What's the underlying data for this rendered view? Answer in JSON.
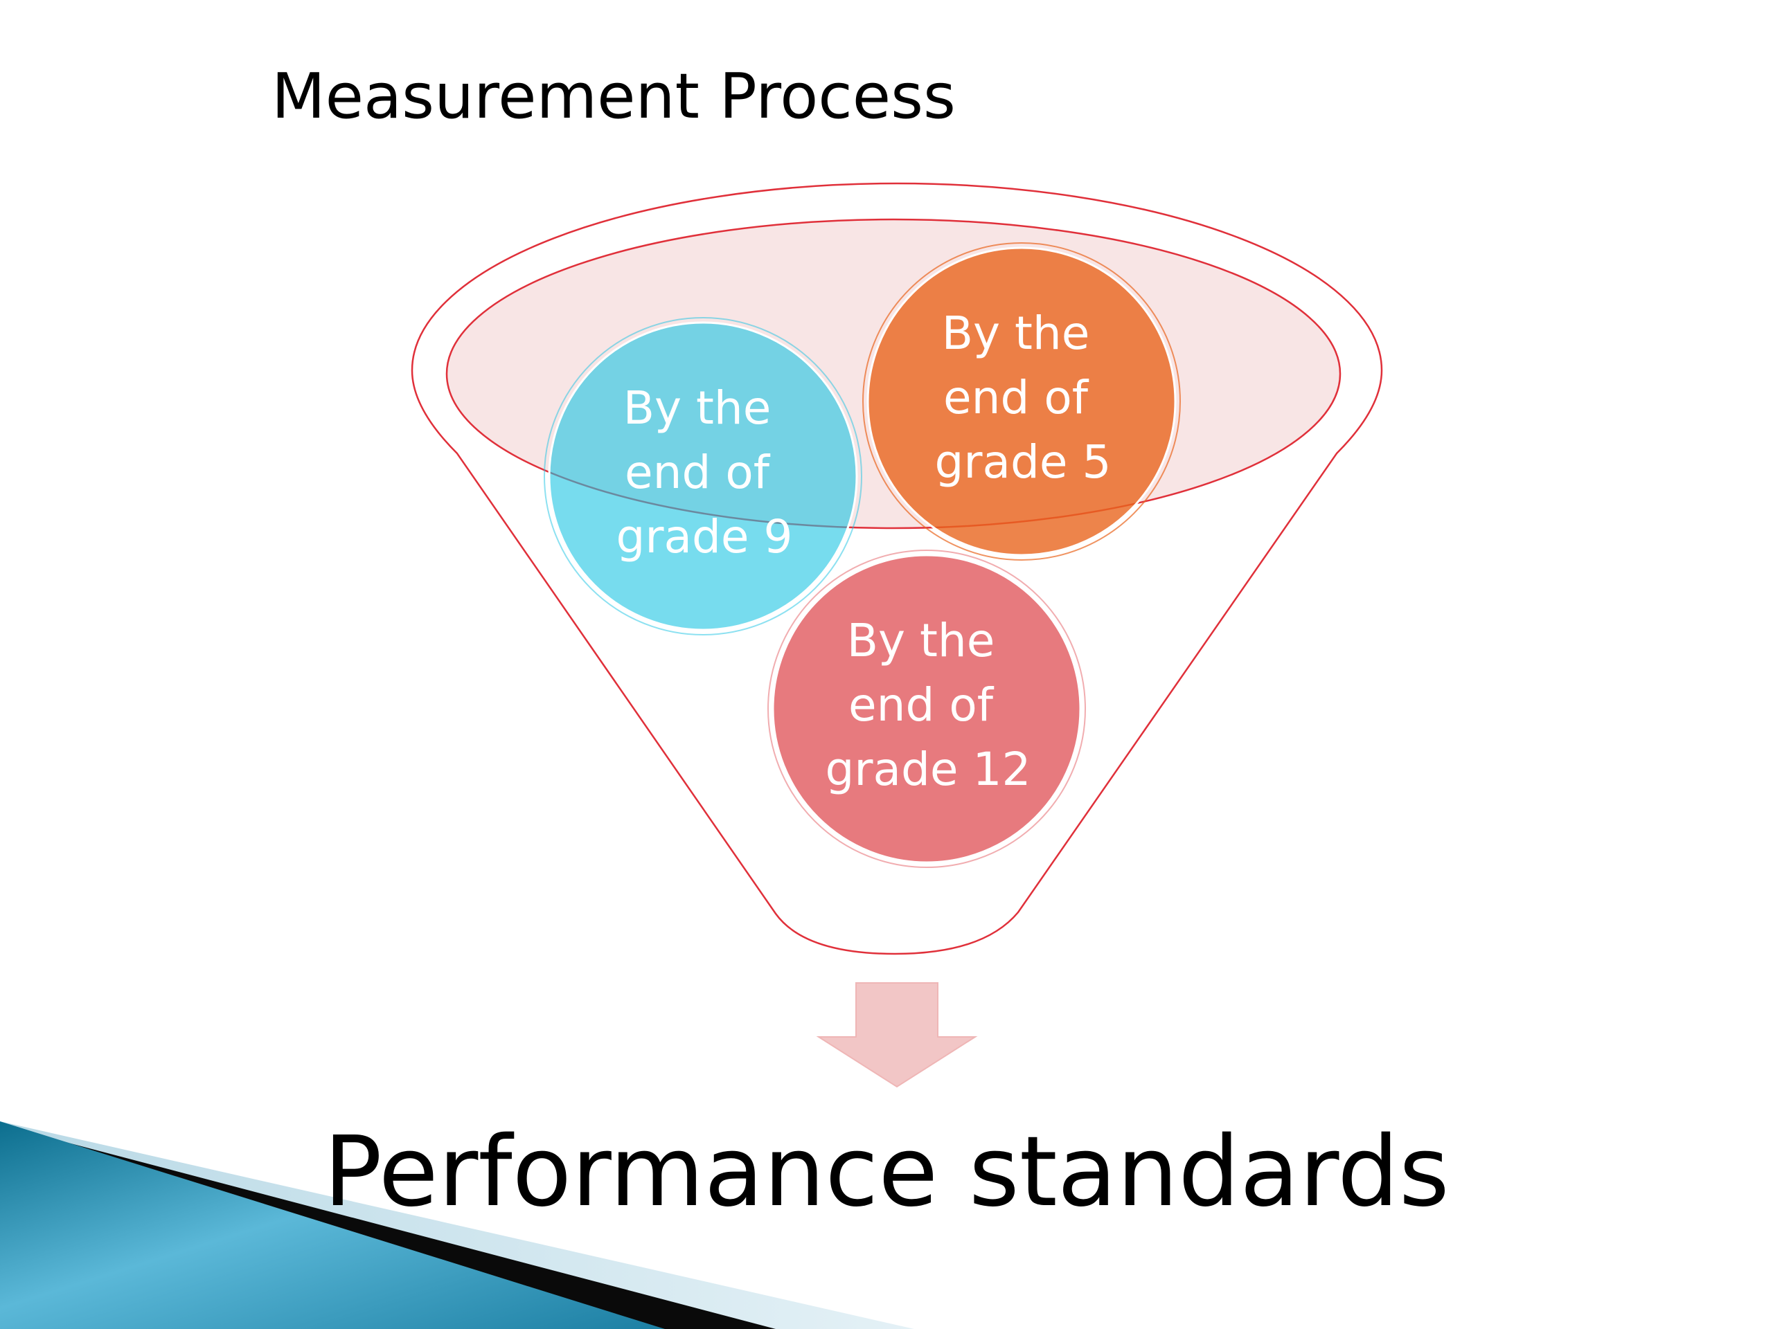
{
  "slide": {
    "title": "Measurement Process",
    "result_label": "Performance standards"
  },
  "funnel_items": [
    {
      "id": "grade-5",
      "lines": [
        "By the",
        "end of",
        "grade 5"
      ],
      "color": "#E9651E"
    },
    {
      "id": "grade-9",
      "lines": [
        "By the",
        "end of",
        "grade 9"
      ],
      "color": "#1CC4E3"
    },
    {
      "id": "grade-12",
      "lines": [
        "By the",
        "end of",
        "grade 12"
      ],
      "color": "#E7777B"
    }
  ],
  "colors": {
    "funnel_outline": "#E0303A",
    "funnel_rim_fill": "#F4D3D3",
    "arrow_fill": "#F2C6C6",
    "banner_dark": "#0A0A0A",
    "banner_teal": "#2A93B6",
    "banner_light": "#CFE5EF"
  }
}
